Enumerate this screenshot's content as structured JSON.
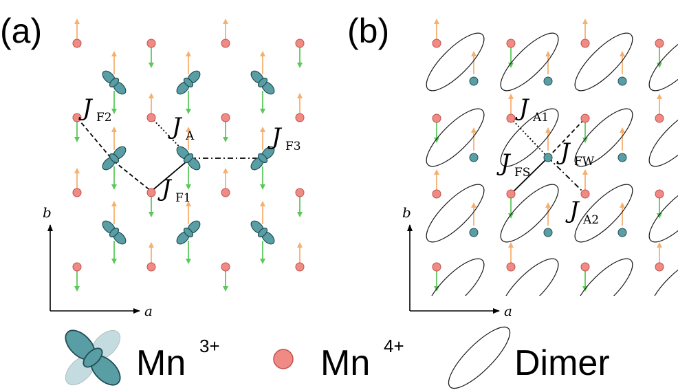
{
  "panels": {
    "a": {
      "label": "(a)",
      "axis_b": "b",
      "axis_a": "a",
      "couplings": [
        {
          "main": "J",
          "sub": "F2"
        },
        {
          "main": "J",
          "sub": "A"
        },
        {
          "main": "J",
          "sub": "F3"
        },
        {
          "main": "J",
          "sub": "F1"
        }
      ]
    },
    "b": {
      "label": "(b)",
      "axis_b": "b",
      "axis_a": "a",
      "couplings": [
        {
          "main": "J",
          "sub": "A1"
        },
        {
          "main": "J",
          "sub": "FS"
        },
        {
          "main": "J",
          "sub": "FW"
        },
        {
          "main": "J",
          "sub": "A2"
        }
      ]
    }
  },
  "legend": {
    "mn3_base": "Mn",
    "mn3_sup": "3+",
    "mn4_base": "Mn",
    "mn4_sup": "4+",
    "dimer": "Dimer"
  },
  "colors": {
    "mn4_fill": "#f08a84",
    "mn4_stroke": "#c0504a",
    "mn3_fill": "#5a9ea5",
    "mn3_stroke": "#1f4d52",
    "spin_up": "#f5b070",
    "spin_down": "#5cc85c",
    "dimer_stroke": "#1a1a1a"
  }
}
